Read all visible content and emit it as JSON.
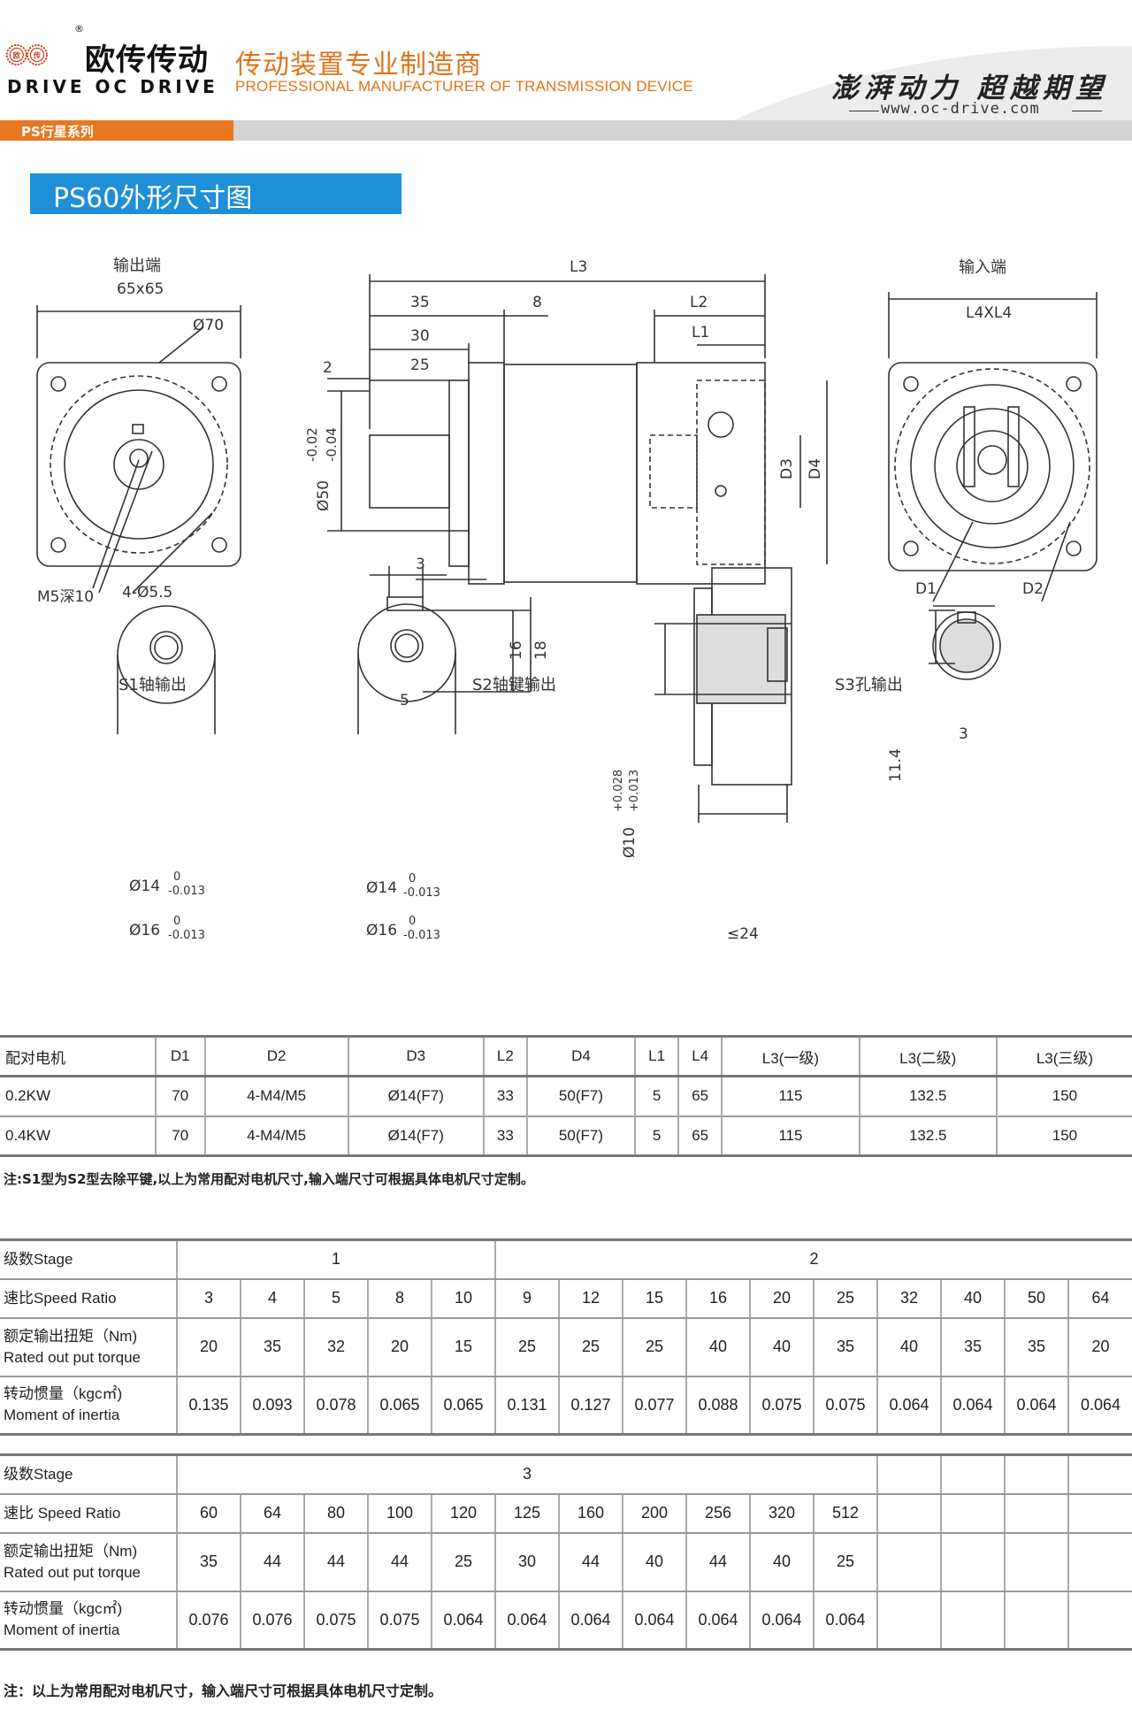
{
  "header": {
    "logo_cn": "欧传传动",
    "logo_en": "DRIVE  OC DRIVE",
    "reg_mark": "®",
    "logo_char_left": "欧",
    "logo_char_right": "传",
    "tagline_cn": "传动装置专业制造商",
    "tagline_en": "PROFESSIONAL MANUFACTURER OF TRANSMISSION DEVICE",
    "slogan": "澎湃动力  超越期望",
    "website": "www.oc-drive.com",
    "series_label": "PS行星系列",
    "accent_color": "#e87820",
    "title_color": "#1e8fd8"
  },
  "title": "PS60外形尺寸图",
  "drawing": {
    "output_end": {
      "label": "输出端",
      "size": "65x65",
      "d70": "Ø70",
      "m5": "M5深10",
      "holes": "4-Ø5.5"
    },
    "side": {
      "L3": "L3",
      "d35": "35",
      "d8": "8",
      "d30": "30",
      "d25": "25",
      "d2": "2",
      "d3": "3",
      "L2": "L2",
      "L1": "L1",
      "D3": "D3",
      "D4": "D4",
      "d50": "Ø50",
      "tol_upper": "-0.02",
      "tol_lower": "-0.04"
    },
    "input_end": {
      "label": "输入端",
      "size": "L4XL4",
      "D1": "D1",
      "D2": "D2"
    },
    "s1": {
      "label": "S1轴输出",
      "d14": "Ø14",
      "d16": "Ø16",
      "tol_up": "0",
      "tol_lo": "-0.013"
    },
    "s2": {
      "label": "S2轴键输出",
      "key": "5",
      "h16": "16",
      "h18": "18",
      "d14": "Ø14",
      "d16": "Ø16",
      "tol_up": "0",
      "tol_lo": "-0.013"
    },
    "s3": {
      "label": "S3孔输出",
      "d10": "Ø10",
      "tol_up": "+0.028",
      "tol_lo": "+0.013",
      "len": "≤24",
      "key": "3",
      "h": "11.4"
    }
  },
  "motor_table": {
    "headers": [
      "配对电机",
      "D1",
      "D2",
      "D3",
      "L2",
      "D4",
      "L1",
      "L4",
      "L3(一级)",
      "L3(二级)",
      "L3(三级)"
    ],
    "rows": [
      [
        "0.2KW",
        "70",
        "4-M4/M5",
        "Ø14(F7)",
        "33",
        "50(F7)",
        "5",
        "65",
        "115",
        "132.5",
        "150"
      ],
      [
        "0.4KW",
        "70",
        "4-M4/M5",
        "Ø14(F7)",
        "33",
        "50(F7)",
        "5",
        "65",
        "115",
        "132.5",
        "150"
      ]
    ],
    "note": "注:S1型为S2型去除平键,以上为常用配对电机尺寸,输入端尺寸可根据具体电机尺寸定制。"
  },
  "perf_table_1": {
    "stage_label": "级数Stage",
    "stage_1": "1",
    "stage_2": "2",
    "ratio_label": "速比Speed Ratio",
    "torque_label_cn": "额定输出扭矩（Nm)",
    "torque_label_en": "Rated out put torque",
    "inertia_label_cn": "转动惯量（kgc㎡)",
    "inertia_label_en": "Moment of inertia",
    "ratios": [
      "3",
      "4",
      "5",
      "8",
      "10",
      "9",
      "12",
      "15",
      "16",
      "20",
      "25",
      "32",
      "40",
      "50",
      "64"
    ],
    "torque": [
      "20",
      "35",
      "32",
      "20",
      "15",
      "25",
      "25",
      "25",
      "40",
      "40",
      "35",
      "40",
      "35",
      "35",
      "20"
    ],
    "inertia": [
      "0.135",
      "0.093",
      "0.078",
      "0.065",
      "0.065",
      "0.131",
      "0.127",
      "0.077",
      "0.088",
      "0.075",
      "0.075",
      "0.064",
      "0.064",
      "0.064",
      "0.064"
    ]
  },
  "perf_table_2": {
    "stage_label": "级数Stage",
    "stage_3": "3",
    "ratio_label": "速比 Speed Ratio",
    "torque_label_cn": "额定输出扭矩（Nm)",
    "torque_label_en": "Rated out put torque",
    "inertia_label_cn": "转动惯量（kgc㎡)",
    "inertia_label_en": "Moment of inertia",
    "ratios": [
      "60",
      "64",
      "80",
      "100",
      "120",
      "125",
      "160",
      "200",
      "256",
      "320",
      "512",
      "",
      "",
      "",
      ""
    ],
    "torque": [
      "35",
      "44",
      "44",
      "44",
      "25",
      "30",
      "44",
      "40",
      "44",
      "40",
      "25",
      "",
      "",
      "",
      ""
    ],
    "inertia": [
      "0.076",
      "0.076",
      "0.075",
      "0.075",
      "0.064",
      "0.064",
      "0.064",
      "0.064",
      "0.064",
      "0.064",
      "0.064",
      "",
      "",
      "",
      ""
    ]
  },
  "footer_note": "注：以上为常用配对电机尺寸，输入端尺寸可根据具体电机尺寸定制。"
}
